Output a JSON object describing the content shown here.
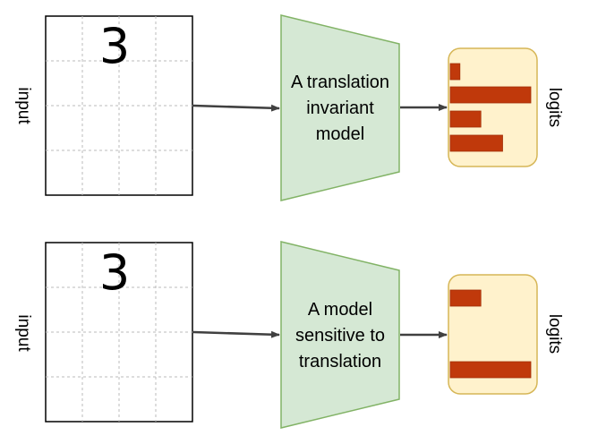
{
  "rows": [
    {
      "input_label": "input",
      "digit": "3",
      "model_lines": [
        "A translation",
        "invariant",
        "model"
      ],
      "logits_label": "logits",
      "logit_bars": [
        0.12,
        1.0,
        0.38,
        0.65
      ]
    },
    {
      "input_label": "input",
      "digit": "3",
      "model_lines": [
        "A model",
        "sensitive to",
        "translation"
      ],
      "logits_label": "logits",
      "logit_bars": [
        0.38,
        0,
        0,
        1.0
      ]
    }
  ],
  "colors": {
    "model_fill": "#d5e8d4",
    "model_stroke": "#82b366",
    "logits_fill": "#fff2cc",
    "logits_stroke": "#d6b656",
    "bar_fill": "#c0390b",
    "grid_stroke": "#bbbbbb",
    "arrow": "#404040"
  }
}
